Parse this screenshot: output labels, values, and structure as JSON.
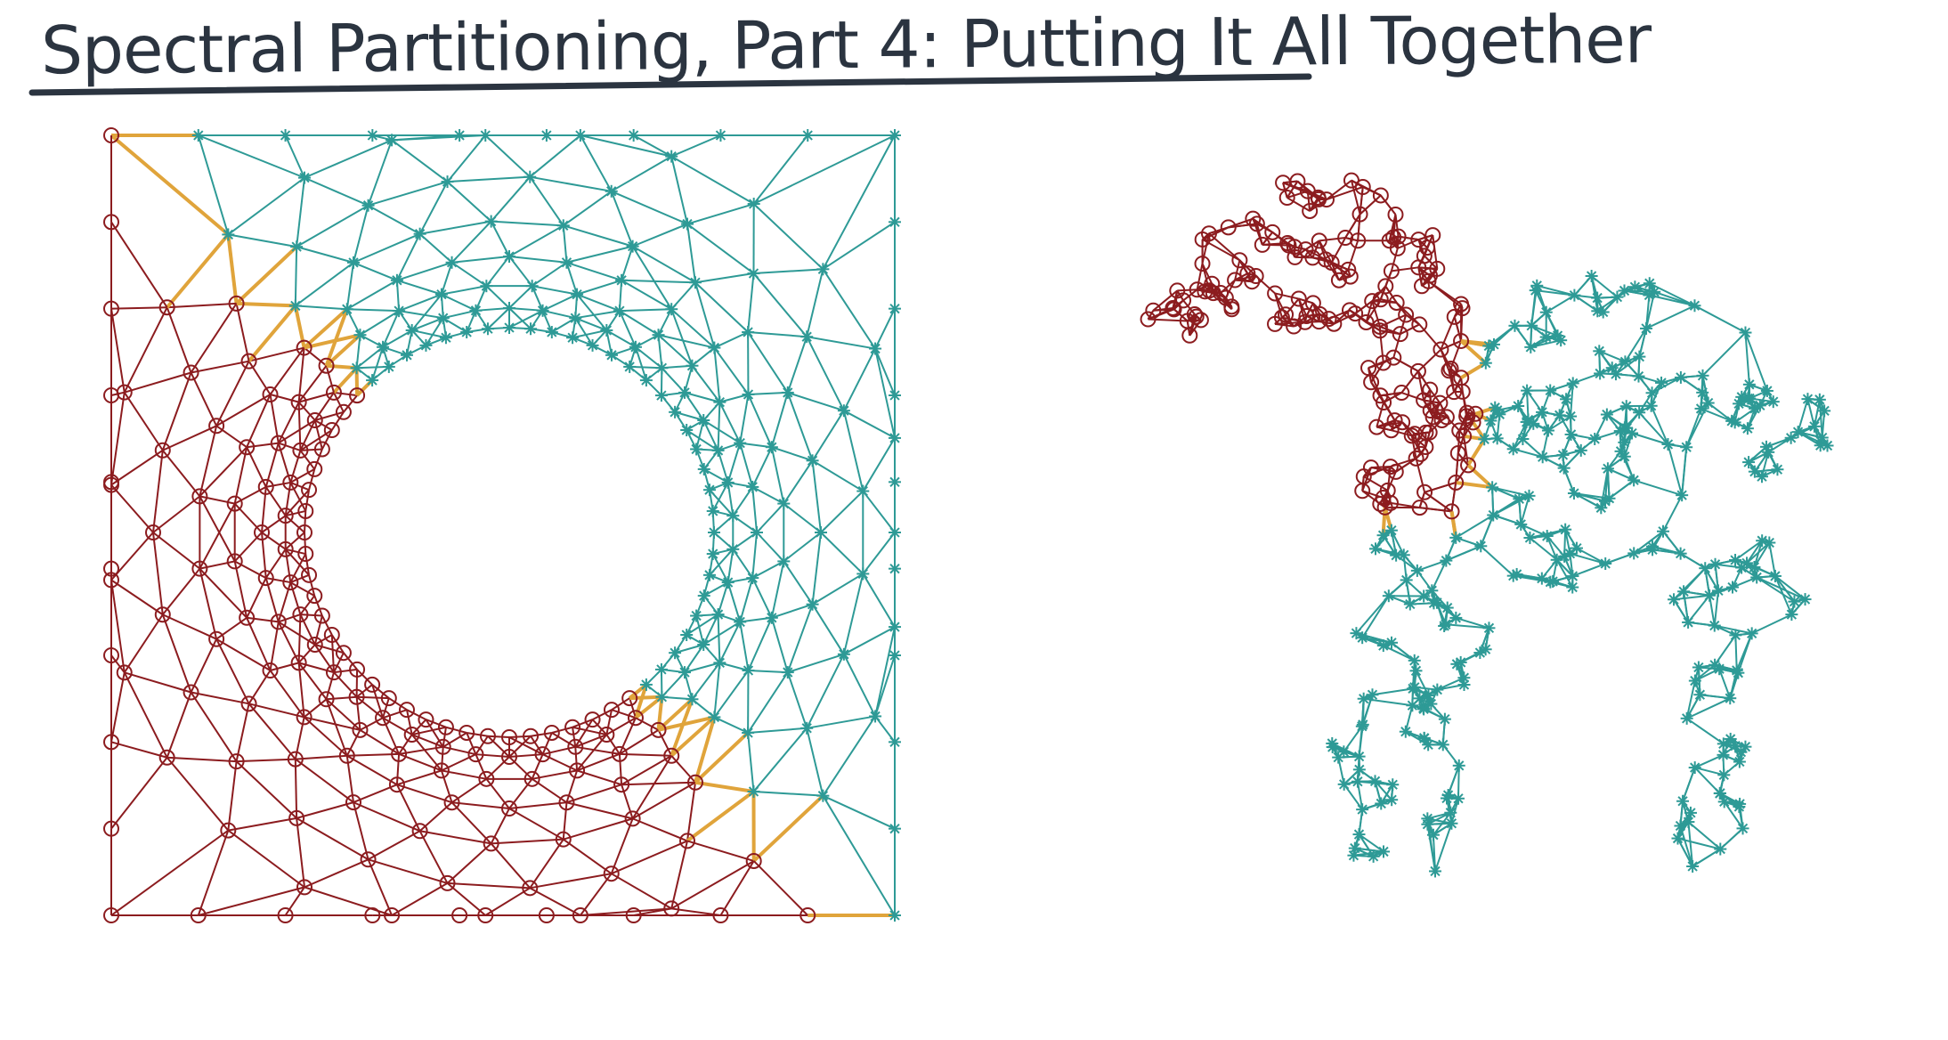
{
  "title": "Spectral Partitioning, Part 4: Putting It All Together",
  "colors": {
    "partition_a": "#8c1c1f",
    "partition_b": "#2e9a96",
    "cut_edges": "#e0a43b",
    "ink": "#2b3440"
  },
  "figures": [
    {
      "name": "square-with-hole-mesh",
      "partition_a_marker": "circle",
      "partition_b_marker": "asterisk"
    },
    {
      "name": "camel-mesh",
      "partition_a_marker": "circle",
      "partition_b_marker": "asterisk"
    }
  ]
}
